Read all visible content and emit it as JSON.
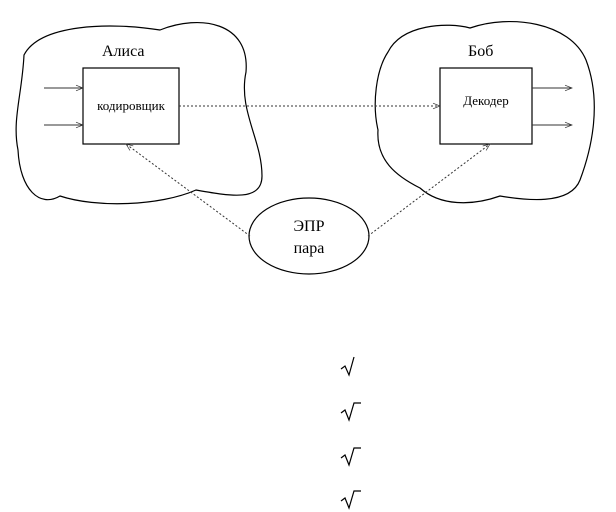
{
  "diagram": {
    "alice_label": "Алиса",
    "bob_label": "Боб",
    "encoder_label": "кодировщик",
    "decoder_label": "Декодер",
    "epr_line1": "ЭПР",
    "epr_line2": "пара"
  },
  "symbols": {
    "radical": "√"
  }
}
